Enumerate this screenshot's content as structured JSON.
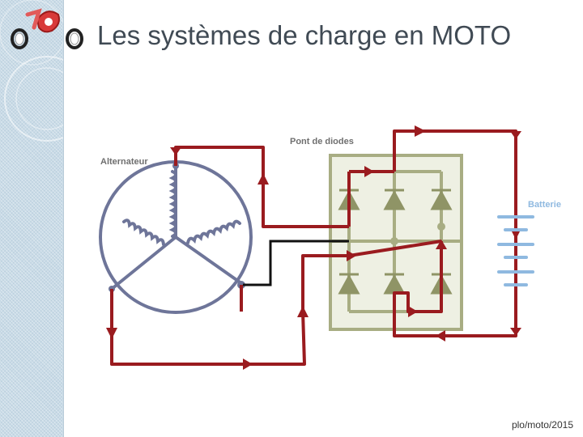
{
  "slide": {
    "title": "Les systèmes de charge en MOTO",
    "footer": "plo/moto/2015"
  },
  "logo": {
    "text": "76",
    "icon": "motorcycle-logo-icon"
  },
  "diagram": {
    "labels": {
      "alternator": "Alternateur",
      "rectifier": "Pont de diodes",
      "battery": "Batterie"
    },
    "colors": {
      "wire": "#9a1b1f",
      "stator": "#6e7599",
      "bridge_fill": "#eef0e3",
      "bridge_stroke": "#a8ad83",
      "diode": "#8f9466",
      "battery": "#8fb9e0",
      "label": "#6f6f6f"
    }
  }
}
